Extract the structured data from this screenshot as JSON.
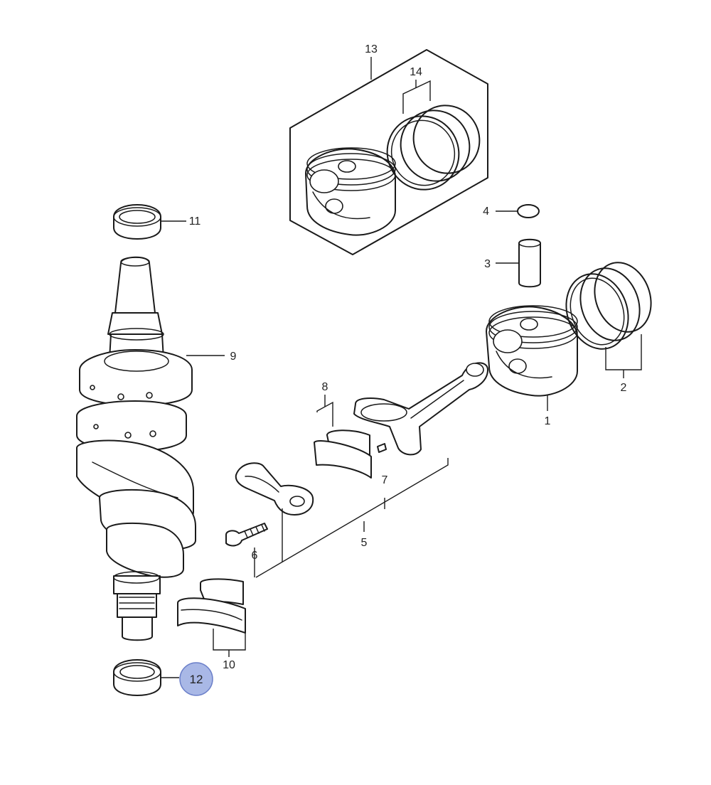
{
  "colors": {
    "line": "#1a1a1a",
    "highlight_fill": "#a9b8e6",
    "highlight_stroke": "#6b7fc9"
  },
  "callouts": {
    "c1": "1",
    "c2": "2",
    "c3": "3",
    "c4": "4",
    "c5": "5",
    "c6": "6",
    "c7": "7",
    "c8": "8",
    "c9": "9",
    "c10": "10",
    "c11": "11",
    "c12": "12",
    "c13": "13",
    "c14": "14"
  },
  "selected_callout": "12"
}
